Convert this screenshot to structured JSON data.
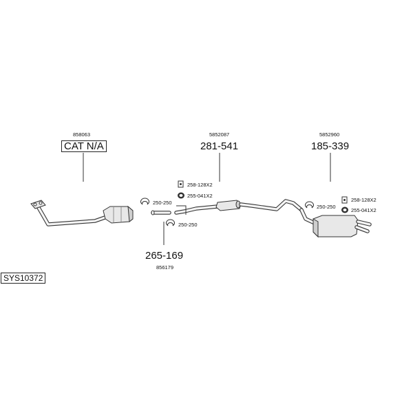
{
  "system_id": "SYS10372",
  "parts": {
    "cat": {
      "code": "858063",
      "label": "CAT N/A"
    },
    "middle_silencer": {
      "code": "5852087",
      "label": "281-541"
    },
    "rear_silencer": {
      "code": "5852960",
      "label": "185-339"
    },
    "connector_pipe": {
      "code": "856179",
      "label": "265-169"
    }
  },
  "fittings": {
    "clamp_left": "250-250",
    "clamp_left_lower": "250-250",
    "rubber_mid": "258-128X2",
    "seal_mid": "255-041X2",
    "clamp_right": "250-250",
    "rubber_right": "258-128X2",
    "seal_right": "255-041X2"
  }
}
